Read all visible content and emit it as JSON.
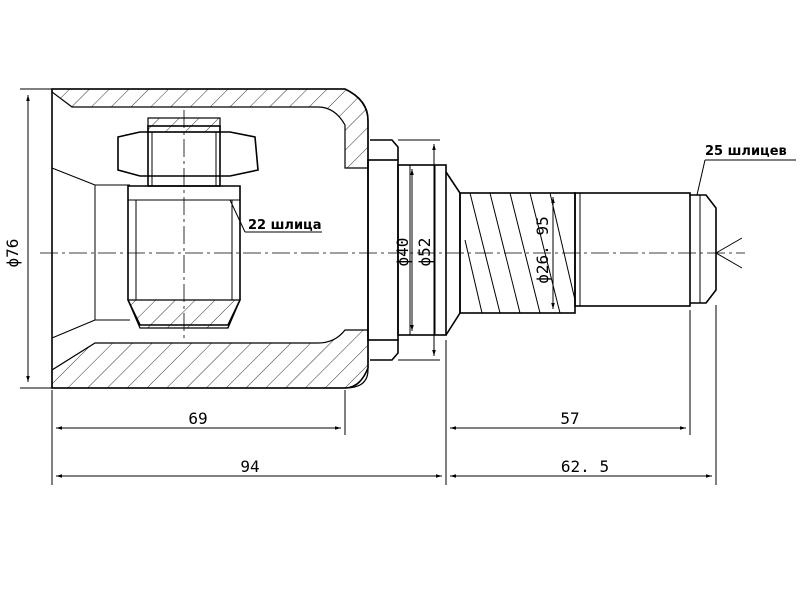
{
  "drawing": {
    "dimensions": {
      "housing_diameter": "ϕ76",
      "inner_length": "69",
      "overall_housing_length": "94",
      "shaft_spline_length": "57",
      "shaft_total_length": "62. 5",
      "seal_diameter": "ϕ40",
      "flange_diameter": "ϕ52",
      "shaft_diameter": "ϕ26. 95"
    },
    "annotations": {
      "inner_splines": "22 шлица",
      "outer_splines": "25 шлицев"
    }
  }
}
